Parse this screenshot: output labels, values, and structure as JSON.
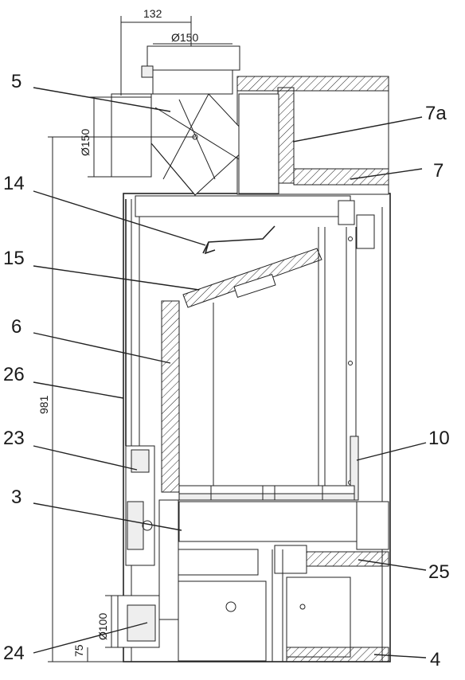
{
  "callouts": [
    {
      "id": "5",
      "label": "5"
    },
    {
      "id": "7a",
      "label": "7a"
    },
    {
      "id": "7",
      "label": "7"
    },
    {
      "id": "14",
      "label": "14"
    },
    {
      "id": "15",
      "label": "15"
    },
    {
      "id": "6",
      "label": "6"
    },
    {
      "id": "26",
      "label": "26"
    },
    {
      "id": "10",
      "label": "10"
    },
    {
      "id": "23",
      "label": "23"
    },
    {
      "id": "3",
      "label": "3"
    },
    {
      "id": "25",
      "label": "25"
    },
    {
      "id": "24",
      "label": "24"
    },
    {
      "id": "4",
      "label": "4"
    }
  ],
  "dimensions": {
    "top_offset": "132",
    "flue_top_diameter": "Ø150",
    "flue_rear_diameter": "Ø150",
    "total_height": "981",
    "air_inlet_diameter": "Ø100",
    "air_inlet_height": "75"
  },
  "colors": {
    "highlight_part": "#e31b1b",
    "line": "#222222",
    "background": "#ffffff"
  }
}
